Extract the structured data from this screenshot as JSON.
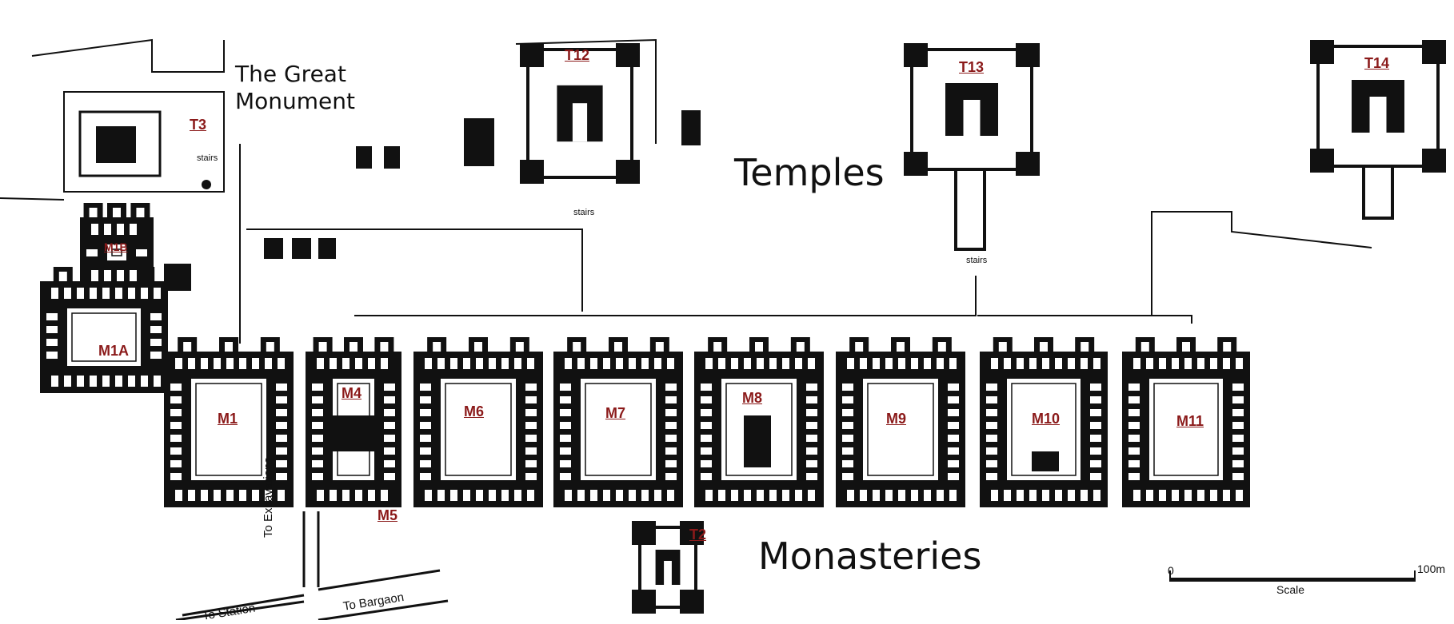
{
  "map": {
    "headings": {
      "temples": "Temples",
      "monasteries": "Monasteries",
      "great_monument_line1": "The Great",
      "great_monument_line2": "Monument"
    },
    "temple_labels": [
      "T3",
      "T12",
      "T13",
      "T14",
      "T2"
    ],
    "monastery_labels": [
      "M1B",
      "M1A",
      "M1",
      "M4",
      "M5",
      "M6",
      "M7",
      "M8",
      "M9",
      "M10",
      "M11"
    ],
    "stairs_label": "stairs",
    "roads": {
      "excavations": "To Excavations",
      "station": "To Station",
      "bargaon": "To Bargaon"
    },
    "scale": {
      "start": "0",
      "end": "100m",
      "caption": "Scale"
    },
    "colors": {
      "label": "#8b1a1a",
      "walls": "#111111",
      "background": "#ffffff"
    }
  }
}
